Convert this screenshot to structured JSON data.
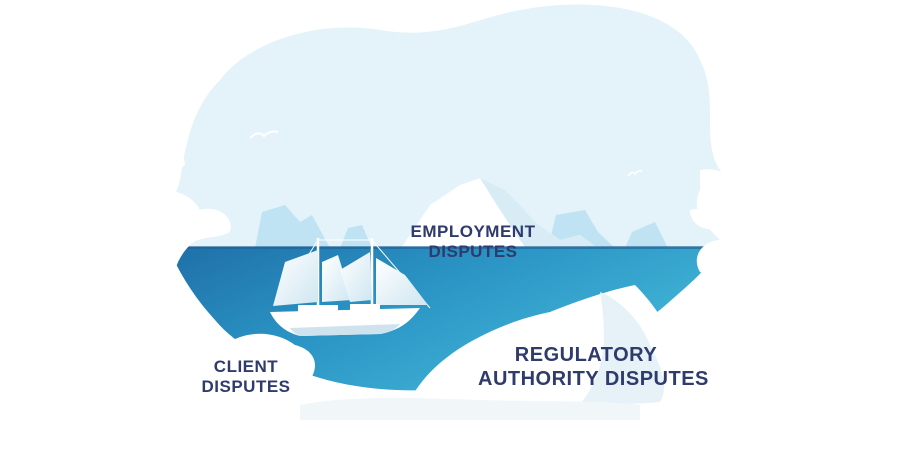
{
  "labels": {
    "employment": {
      "line1": "EMPLOYMENT",
      "line2": "DISPUTES"
    },
    "client": {
      "line1": "CLIENT",
      "line2": "DISPUTES"
    },
    "regulatory": {
      "line1": "REGULATORY",
      "line2": "AUTHORITY DISPUTES"
    }
  },
  "colors": {
    "sky": "#e3f3f9",
    "sea_dark": "#1f6fa8",
    "sea_light": "#3fb3d6",
    "iceberg": "#ffffff",
    "text": "#2f3b6c"
  }
}
